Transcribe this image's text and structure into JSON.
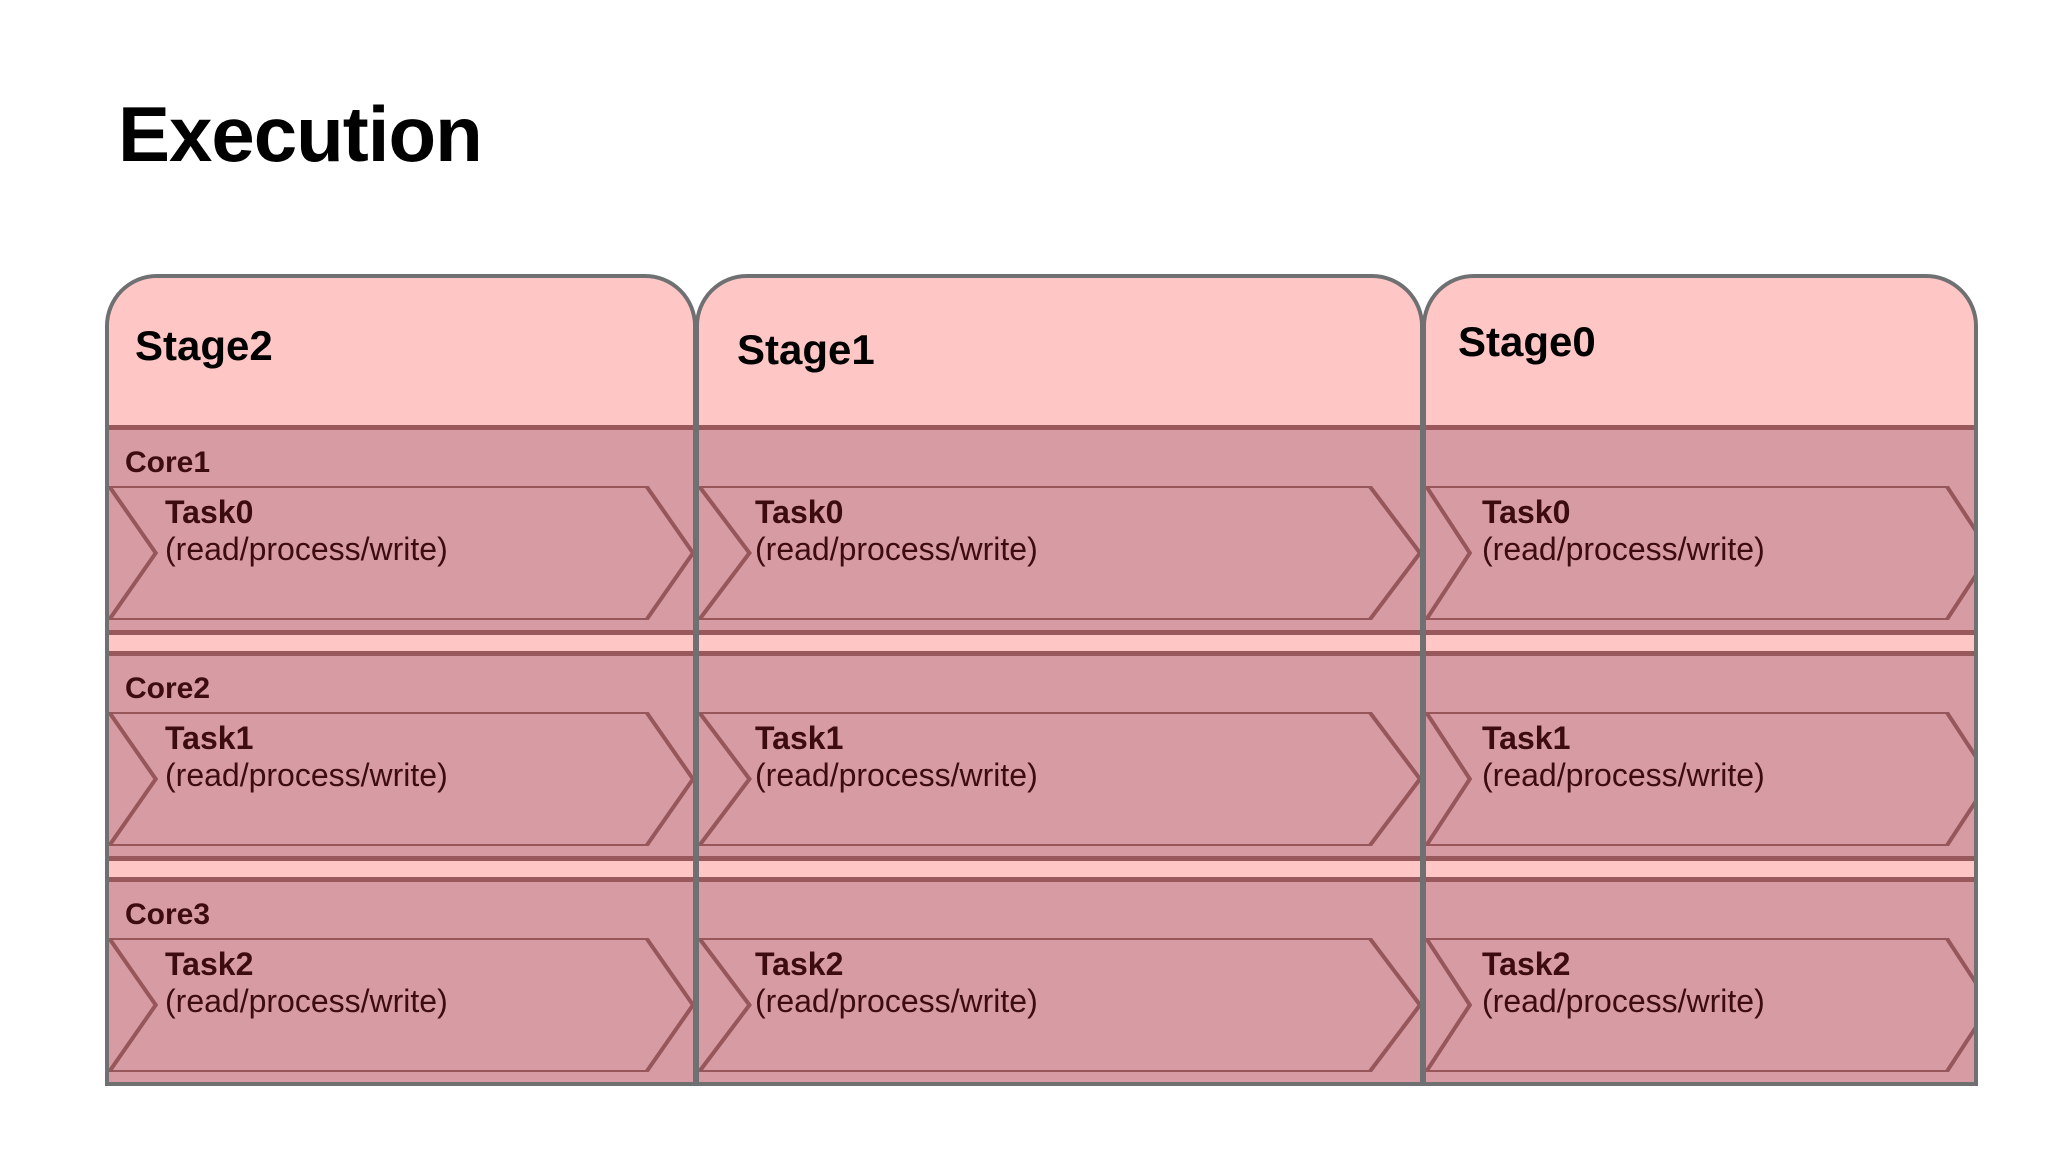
{
  "title": "Execution",
  "colors": {
    "header_fill": "#ffc6c6",
    "body_fill": "#d69ba3",
    "outline": "#6e7072",
    "accent_line": "#99585c",
    "text_dark": "#3d0c10",
    "title_text": "#000000"
  },
  "diagram": {
    "name": "execution-pipeline",
    "stages": [
      {
        "label": "Stage2",
        "rows": [
          {
            "core": "Core1",
            "task": "Task0",
            "detail": "(read/process/write)"
          },
          {
            "core": "Core2",
            "task": "Task1",
            "detail": "(read/process/write)"
          },
          {
            "core": "Core3",
            "task": "Task2",
            "detail": "(read/process/write)"
          }
        ]
      },
      {
        "label": "Stage1",
        "rows": [
          {
            "core": "",
            "task": "Task0",
            "detail": "(read/process/write)"
          },
          {
            "core": "",
            "task": "Task1",
            "detail": "(read/process/write)"
          },
          {
            "core": "",
            "task": "Task2",
            "detail": "(read/process/write)"
          }
        ]
      },
      {
        "label": "Stage0",
        "rows": [
          {
            "core": "",
            "task": "Task0",
            "detail": "(read/process/write)"
          },
          {
            "core": "",
            "task": "Task1",
            "detail": "(read/process/write)"
          },
          {
            "core": "",
            "task": "Task2",
            "detail": "(read/process/write)"
          }
        ]
      }
    ]
  }
}
